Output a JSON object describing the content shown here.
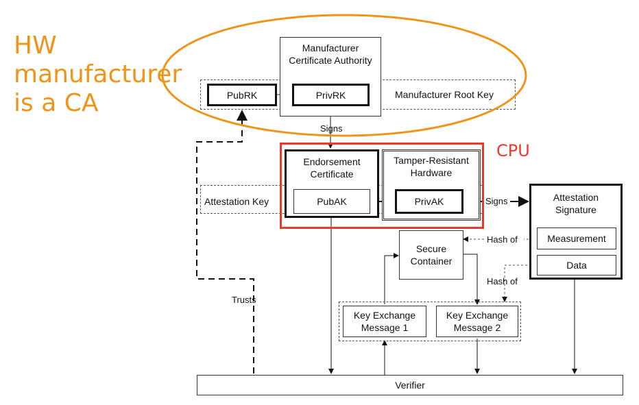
{
  "headline": "HW\nmanufacturer\nis a CA",
  "cpu_label": "CPU",
  "nodes": {
    "manufacturer_ca": "Manufacturer\nCertificate Authority",
    "pubrk": "PubRK",
    "privrk": "PrivRK",
    "manufacturer_root_key": "Manufacturer Root Key",
    "endorsement_certificate": "Endorsement\nCertificate",
    "tamper_resistant_hardware": "Tamper-Resistant\nHardware",
    "attestation_key": "Attestation Key",
    "pubak": "PubAK",
    "privak": "PrivAK",
    "attestation_signature": "Attestation\nSignature",
    "measurement": "Measurement",
    "data": "Data",
    "secure_container": "Secure\nContainer",
    "key_exchange_1": "Key Exchange\nMessage 1",
    "key_exchange_2": "Key Exchange\nMessage 2",
    "verifier": "Verifier"
  },
  "edge_labels": {
    "signs_1": "Signs",
    "signs_2": "Signs",
    "hash_of_1": "Hash of",
    "hash_of_2": "Hash of",
    "trusts": "Trusts"
  },
  "colors": {
    "headline": "#ef9419",
    "ellipse": "#ef9419",
    "cpu": "#e8392a"
  }
}
